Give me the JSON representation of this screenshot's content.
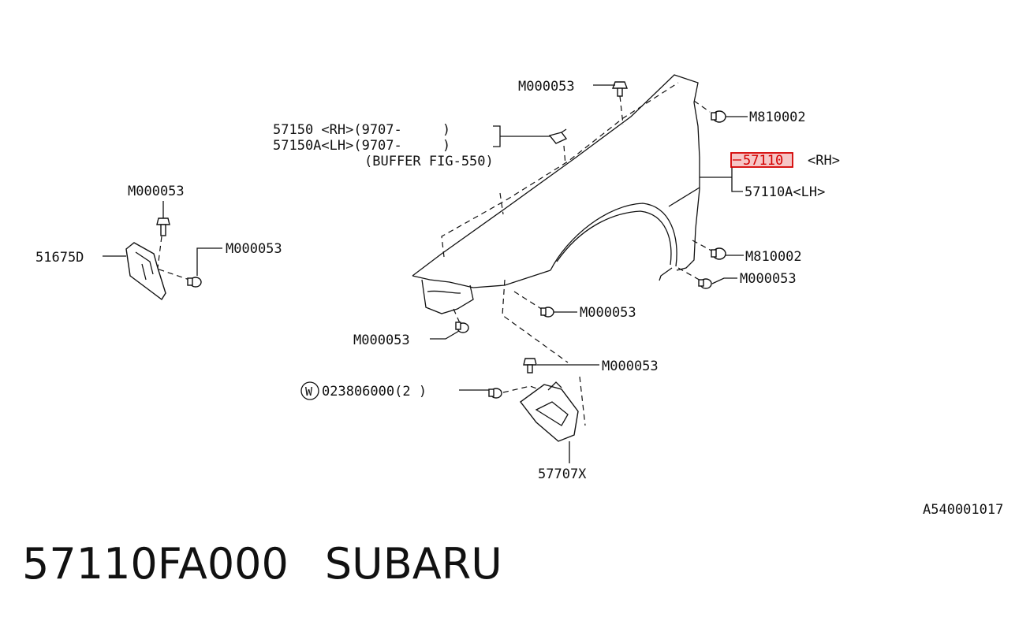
{
  "labels": {
    "m000053_top": "M000053",
    "m810002_top": "M810002",
    "buffer_rh": "57150 <RH>(9707-     )",
    "buffer_lh": "57150A<LH>(9707-     )",
    "buffer_ref": "(BUFFER FIG-550)",
    "fender_rh_num": "57110",
    "fender_rh_side": "<RH>",
    "fender_lh": "57110A<LH>",
    "m000053_left_top": "M000053",
    "bracket_51675d": "51675D",
    "m000053_left_side": "M000053",
    "m810002_bottom": "M810002",
    "m000053_right": "M000053",
    "m000053_mid": "M000053",
    "m000053_lower_left": "M000053",
    "m000053_lower": "M000053",
    "washer_symbol": "W",
    "washer_part": "023806000(2 )",
    "bracket_57707x": "57707X",
    "figure_code": "A540001017"
  },
  "footer": {
    "part_number": "57110FA000",
    "brand": "SUBARU"
  },
  "highlight_color": "#d40000"
}
